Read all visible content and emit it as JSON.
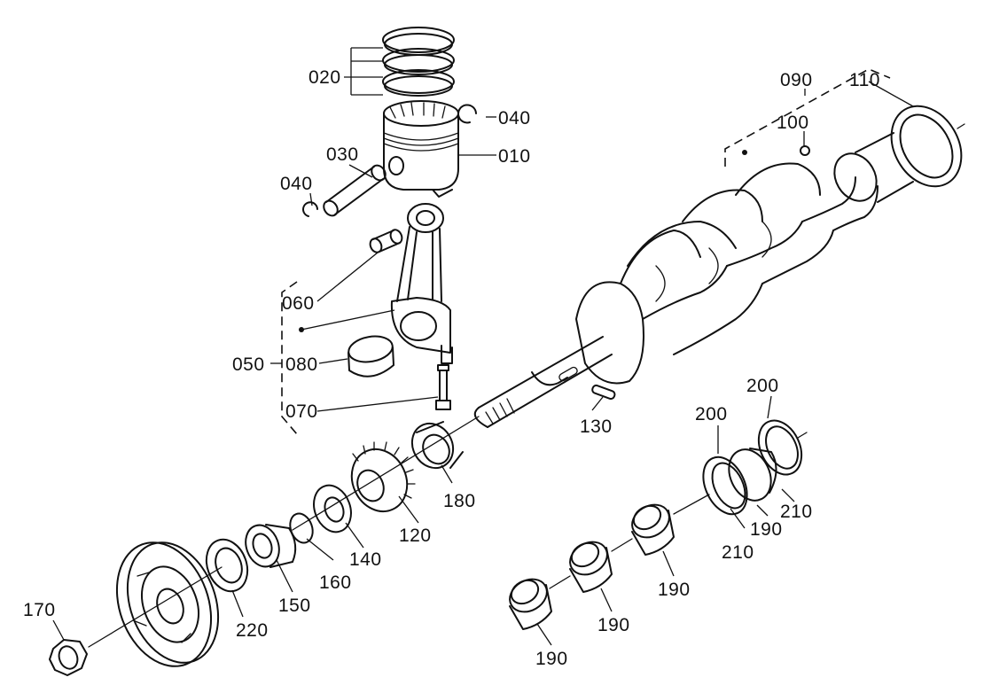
{
  "diagram": {
    "labels": {
      "p010": "010",
      "p020": "020",
      "p030": "030",
      "p040a": "040",
      "p040b": "040",
      "p050": "050",
      "p060": "060",
      "p070": "070",
      "p080": "080",
      "p090": "090",
      "p100": "100",
      "p110": "110",
      "p120": "120",
      "p130": "130",
      "p140": "140",
      "p150": "150",
      "p160": "160",
      "p170": "170",
      "p180": "180",
      "p190a": "190",
      "p190b": "190",
      "p190c": "190",
      "p190d": "190",
      "p200a": "200",
      "p200b": "200",
      "p210a": "210",
      "p210b": "210",
      "p220": "220"
    }
  }
}
